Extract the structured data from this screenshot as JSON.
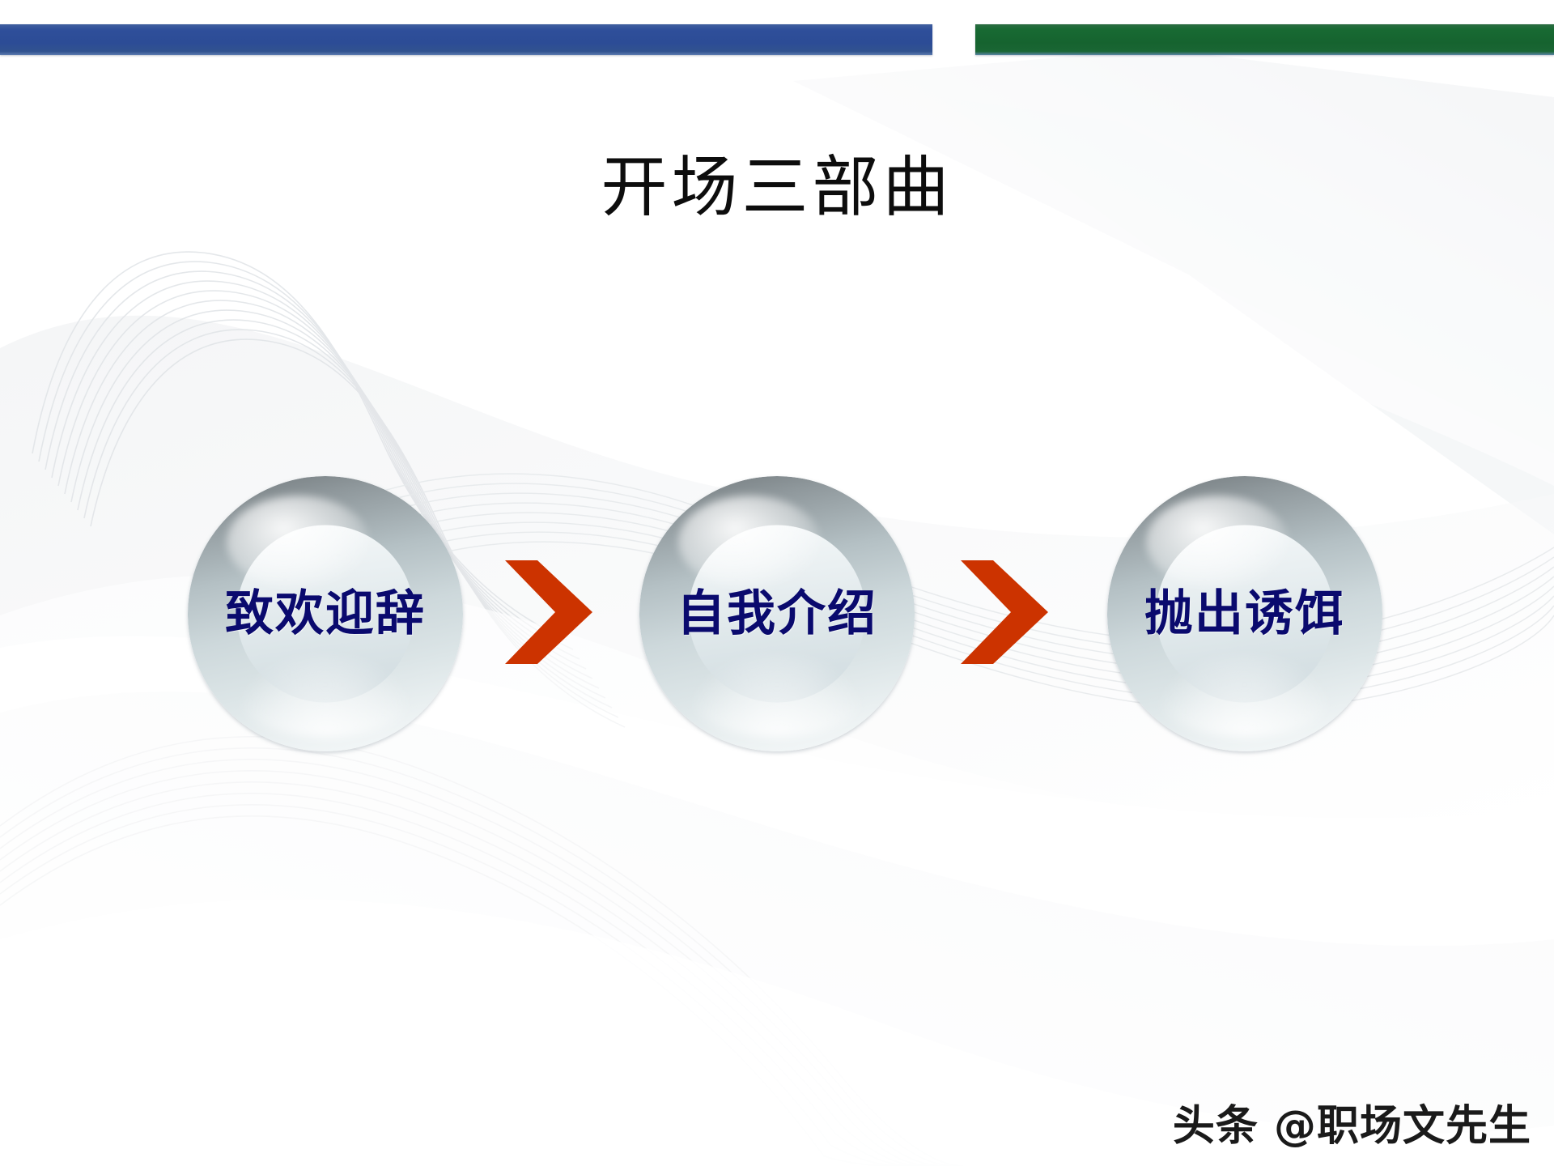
{
  "slide": {
    "title": "开场三部曲",
    "background_color": "#ffffff"
  },
  "top_bars": {
    "left_bar": {
      "name": "blue-accent-bar",
      "color": "#2c4c96"
    },
    "right_bar": {
      "name": "green-accent-bar",
      "color": "#16632f"
    }
  },
  "process": {
    "nodes": [
      {
        "label": "致欢迎辞",
        "text_color": "#0a0a6e"
      },
      {
        "label": "自我介绍",
        "text_color": "#0a0a6e"
      },
      {
        "label": "抛出诱饵",
        "text_color": "#0a0a6e"
      }
    ],
    "connectors": [
      {
        "icon": "chevron-right-icon",
        "color": "#cc3300"
      },
      {
        "icon": "chevron-right-icon",
        "color": "#cc3300"
      }
    ]
  },
  "watermark": {
    "text": "头条 @职场文先生"
  }
}
